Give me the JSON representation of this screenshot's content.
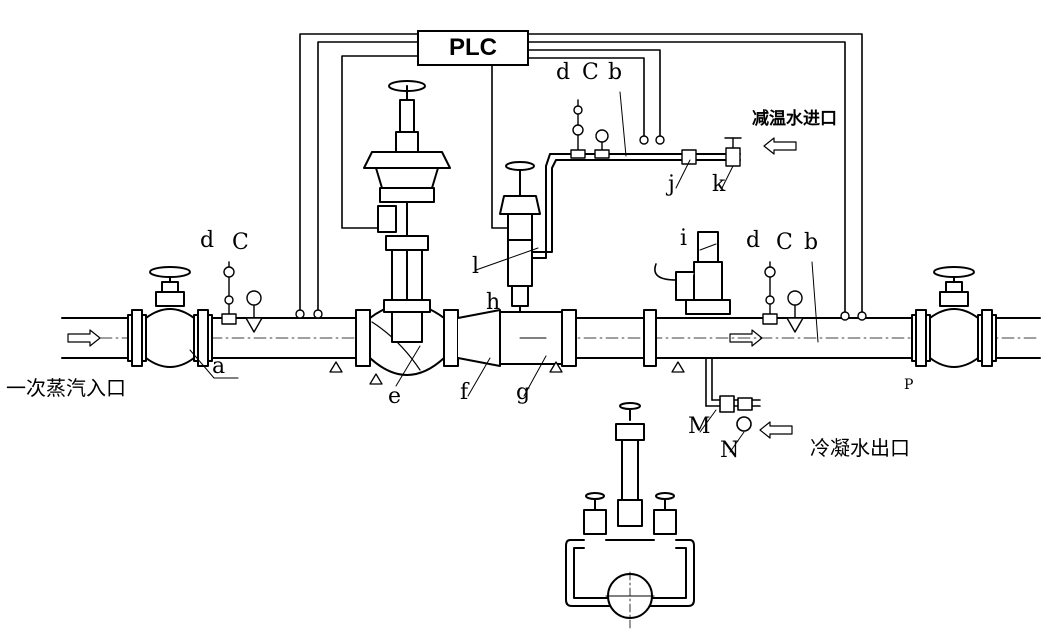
{
  "plc": {
    "label": "PLC"
  },
  "texts": {
    "steam_inlet": "一次蒸汽入口",
    "cooling_water_inlet": "减温水进口",
    "condensate_outlet": "冷凝水出口"
  },
  "labels": {
    "a": "a",
    "b1": "b",
    "b2": "b",
    "c1": "C",
    "c2": "C",
    "c3": "C",
    "d1": "d",
    "d2": "d",
    "d3": "d",
    "e": "e",
    "f": "f",
    "g": "g",
    "h": "h",
    "i": "i",
    "j": "j",
    "k": "k",
    "l": "l",
    "m": "M",
    "n": "N",
    "p": "P"
  }
}
